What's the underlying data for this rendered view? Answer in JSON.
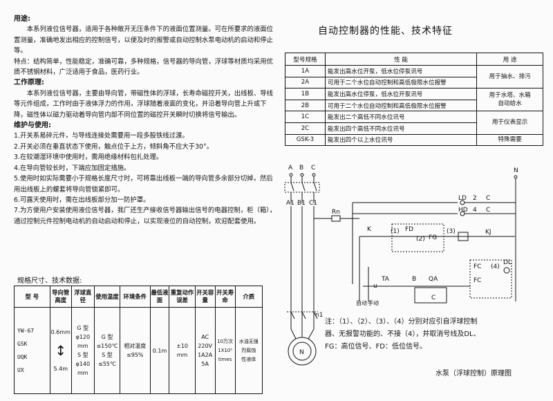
{
  "left": {
    "usage_heading": "用途:",
    "usage_text": "本系列液位信号器，适用于各种敞开无压条件下的液面位置测量。可在所要求的液面位置测量，准确地发出相应的控制信号，以便及时的报警或自动控制水泵电动机的启动和停止等。",
    "features_text": "特点：结构简单，性能稳定，准确可靠，多种规格，信号器的导向管，浮球等材质均采用优质不锈钢材料，广泛适用于食品，医药行业。",
    "principle_heading": "工作原理:",
    "principle_text": "本系列液位信号器，主要由导向管，带磁性体的浮球，长寿命磁控开关，出线板、导线等元件组成，工作时由于液体浮力的作用，浮球随着液面的变化，并沿着导向管上升或下降，磁性体以磁力驱动着导向管内部不同位置的磁控开关瞬时切换将信号输出。",
    "maintenance_heading": "维护与使用:",
    "maintenance_items": [
      "1.开关系易碎元件，与导线连接处需要用一段多股铁线过渡。",
      "2.开关必须在垂直状态下使用，触点位于上方，倾斜角不应大于30°。",
      "3.在较潮湿环境中使用时，需用绝缘材料包扎处理。",
      "4.在导向管较长时，下端应加固定措施。",
      "5.使用时如实际需要小于规格长度尺寸时，可将靠出线板一端的导向管多余部分切掉，然后用出线板上的螺套将导向管锁紧即可。",
      "6.可露天使用时，需在出线板部分加一防护罩。",
      "7.为方便用户安装使用液位信号器，我厂还生产接收信号器输出信号的电器控制，柜（箱），通过控制元件控制电动机的自动启动和停止，以实现液位的自动控制，欢迎配套使用。"
    ]
  },
  "spec": {
    "title": "规格尺寸、技术数据:",
    "headers": [
      "型 号",
      "导向管高度",
      "浮球直径",
      "使用温度",
      "环境条件",
      "最低液面",
      "重复动作误差",
      "开关容量",
      "开关寿命",
      "介质"
    ],
    "models": [
      "YW-67",
      "GSK",
      "UQK",
      "UX"
    ],
    "height_top": "0.6mm",
    "height_arrow": "↕",
    "height_bottom": "5.4m",
    "diameter": [
      "G 型",
      "φ120",
      "mm",
      "S 型",
      "φ140",
      "mm"
    ],
    "temperature": [
      "G 型",
      "≤150℃",
      "S 型",
      "≤55℃"
    ],
    "environment": [
      "相对温度",
      "≤95%"
    ],
    "min_level": "0.1m",
    "error": [
      "±10",
      "mm"
    ],
    "capacity": [
      "AC",
      "220V",
      "1A2A",
      "5A"
    ],
    "life": [
      "10万次",
      "1X10⁵",
      "times"
    ],
    "medium": [
      "水油无强",
      "烈腐蚀",
      "性液体"
    ]
  },
  "right": {
    "title": "自动控制器的性能、技术特征",
    "table_headers": [
      "型号规格",
      "性 能",
      "用 途"
    ],
    "rows": [
      {
        "model": "1A",
        "perf": "能发出高水位开泵，低水位停泵讯号"
      },
      {
        "model": "2A",
        "perf": "可用于二个水位自动控制和高低极限水位报警"
      },
      {
        "model": "1B",
        "perf": "能发出高水位停泵，低水位开泵讯号"
      },
      {
        "model": "2B",
        "perf": "可用于二个水位自动控制和高低极限水位报警"
      },
      {
        "model": "1C",
        "perf": "能发出二个高低不同水位讯号"
      },
      {
        "model": "2C",
        "perf": "能发出四个高低不同水位讯号"
      },
      {
        "model": "GSK-3",
        "perf": "能发出四个以上水位讯号"
      }
    ],
    "uses": [
      "用于抽水、排污",
      "用于水塔、水箱",
      "自动给水",
      "用于仪表显示",
      "特殊需要"
    ]
  },
  "diagram": {
    "labels": {
      "A": "A",
      "B": "B",
      "C": "C",
      "N": "N",
      "A1": "A1",
      "B1": "B1",
      "C1": "C1",
      "Rn": "Rn",
      "LD": "LD",
      "HD": "HD",
      "c1": "C",
      "c2": "C",
      "n2": "2",
      "n4": "4",
      "K": "K",
      "KJ": "KJ",
      "FD": "FD",
      "FG": "FG",
      "p1": "(1)",
      "p2": "(2)",
      "p3": "(3)",
      "p4": "(4)",
      "DL": "DL",
      "FC1": "FC",
      "FC2": "FC",
      "TA": "TA",
      "QA": "QA",
      "Bb": "B",
      "c3": "C",
      "u": "u",
      "n1": "n1",
      "M": "N",
      "auto": "自动",
      "manual": "手动"
    }
  },
  "note": {
    "line1": "注：（1）、（2）、（3）、（4）分别对应引自浮球控制",
    "line2": "器、无报警功能的、不接（4），并取消号线及DL、",
    "line3": "FG：高位信号、FD：低位信号。"
  },
  "caption": "水泵（浮球控制）原理图"
}
